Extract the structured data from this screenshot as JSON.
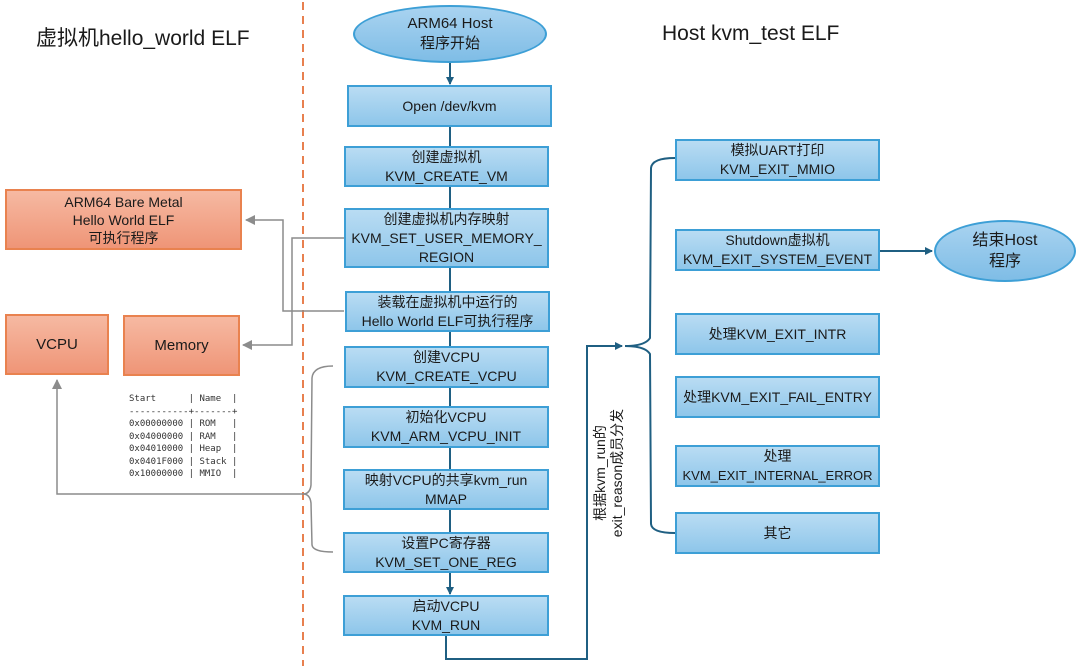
{
  "headers": {
    "guest_title": "虚拟机hello_world ELF",
    "host_title": "Host kvm_test ELF"
  },
  "colors": {
    "flow_line": "#1f5f82",
    "connector_gray": "#9a9a9a",
    "divider_orange": "#e8804f",
    "blue_box": "#a7d3f0",
    "orange_box": "#f2a488"
  },
  "start_node": {
    "line1": "ARM64 Host",
    "line2": "程序开始"
  },
  "end_node": {
    "line1": "结束Host",
    "line2": "程序"
  },
  "main_flow": [
    {
      "line1": "Open /dev/kvm",
      "line2": ""
    },
    {
      "line1": "创建虚拟机",
      "line2": "KVM_CREATE_VM"
    },
    {
      "line1": "创建虚拟机内存映射",
      "line2": "KVM_SET_USER_MEMORY_",
      "line3": "REGION"
    },
    {
      "line1": "装载在虚拟机中运行的",
      "line2": "Hello World ELF可执行程序"
    },
    {
      "line1": "创建VCPU",
      "line2": "KVM_CREATE_VCPU"
    },
    {
      "line1": "初始化VCPU",
      "line2": "KVM_ARM_VCPU_INIT"
    },
    {
      "line1": "映射VCPU的共享kvm_run",
      "line2": "MMAP"
    },
    {
      "line1": "设置PC寄存器",
      "line2": "KVM_SET_ONE_REG"
    },
    {
      "line1": "启动VCPU",
      "line2": "KVM_RUN"
    }
  ],
  "exit_handlers": [
    {
      "line1": "模拟UART打印",
      "line2": "KVM_EXIT_MMIO"
    },
    {
      "line1": "Shutdown虚拟机",
      "line2": "KVM_EXIT_SYSTEM_EVENT"
    },
    {
      "line1": "处理KVM_EXIT_INTR",
      "line2": ""
    },
    {
      "line1": "处理KVM_EXIT_FAIL_ENTRY",
      "line2": ""
    },
    {
      "line1": "处理",
      "line2": "KVM_EXIT_INTERNAL_ERROR"
    },
    {
      "line1": "其它",
      "line2": ""
    }
  ],
  "dispatch_label": {
    "line1": "根据kvm_run的",
    "line2": "exit_reason成员分发"
  },
  "guest": {
    "elf_box": {
      "line1": "ARM64 Bare Metal",
      "line2": "Hello World ELF",
      "line3": "可执行程序"
    },
    "vcpu_box": "VCPU",
    "memory_box": "Memory",
    "memory_map": {
      "headers": [
        "Start",
        "Name"
      ],
      "rows": [
        {
          "start": "0x00000000",
          "name": "ROM"
        },
        {
          "start": "0x04000000",
          "name": "RAM"
        },
        {
          "start": "0x04010000",
          "name": "Heap"
        },
        {
          "start": "0x0401F000",
          "name": "Stack"
        },
        {
          "start": "0x10000000",
          "name": "MMIO"
        }
      ]
    }
  }
}
